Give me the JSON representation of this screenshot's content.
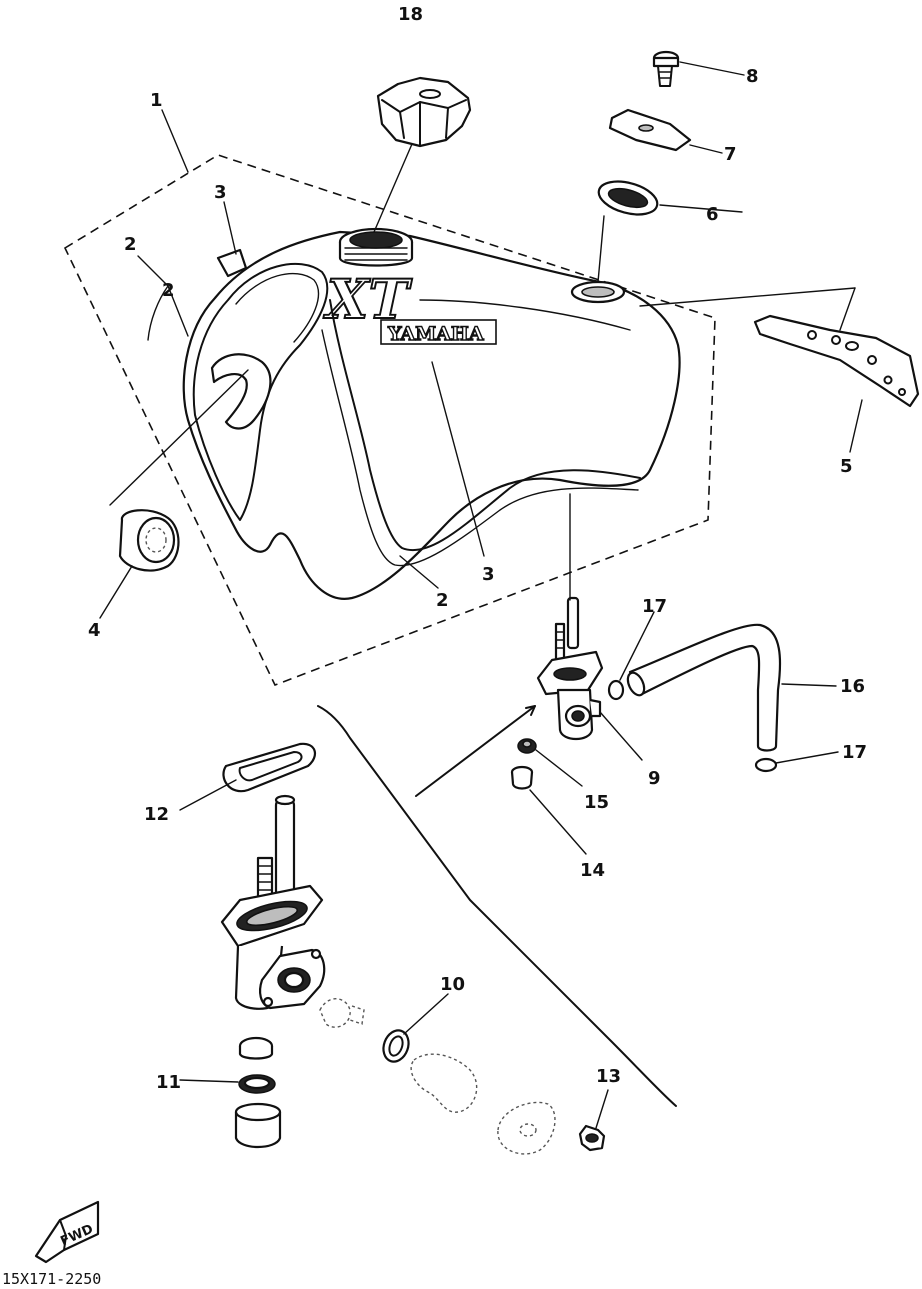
{
  "diagram": {
    "callouts": [
      "1",
      "2",
      "2",
      "2",
      "3",
      "3",
      "4",
      "5",
      "6",
      "7",
      "8",
      "9",
      "10",
      "11",
      "12",
      "13",
      "14",
      "15",
      "16",
      "17",
      "17",
      "18"
    ],
    "tank_brand": {
      "model": "XT",
      "maker": "YAMAHA"
    },
    "direction_badge": "FWD",
    "drawing_code": "15X171-2250"
  }
}
